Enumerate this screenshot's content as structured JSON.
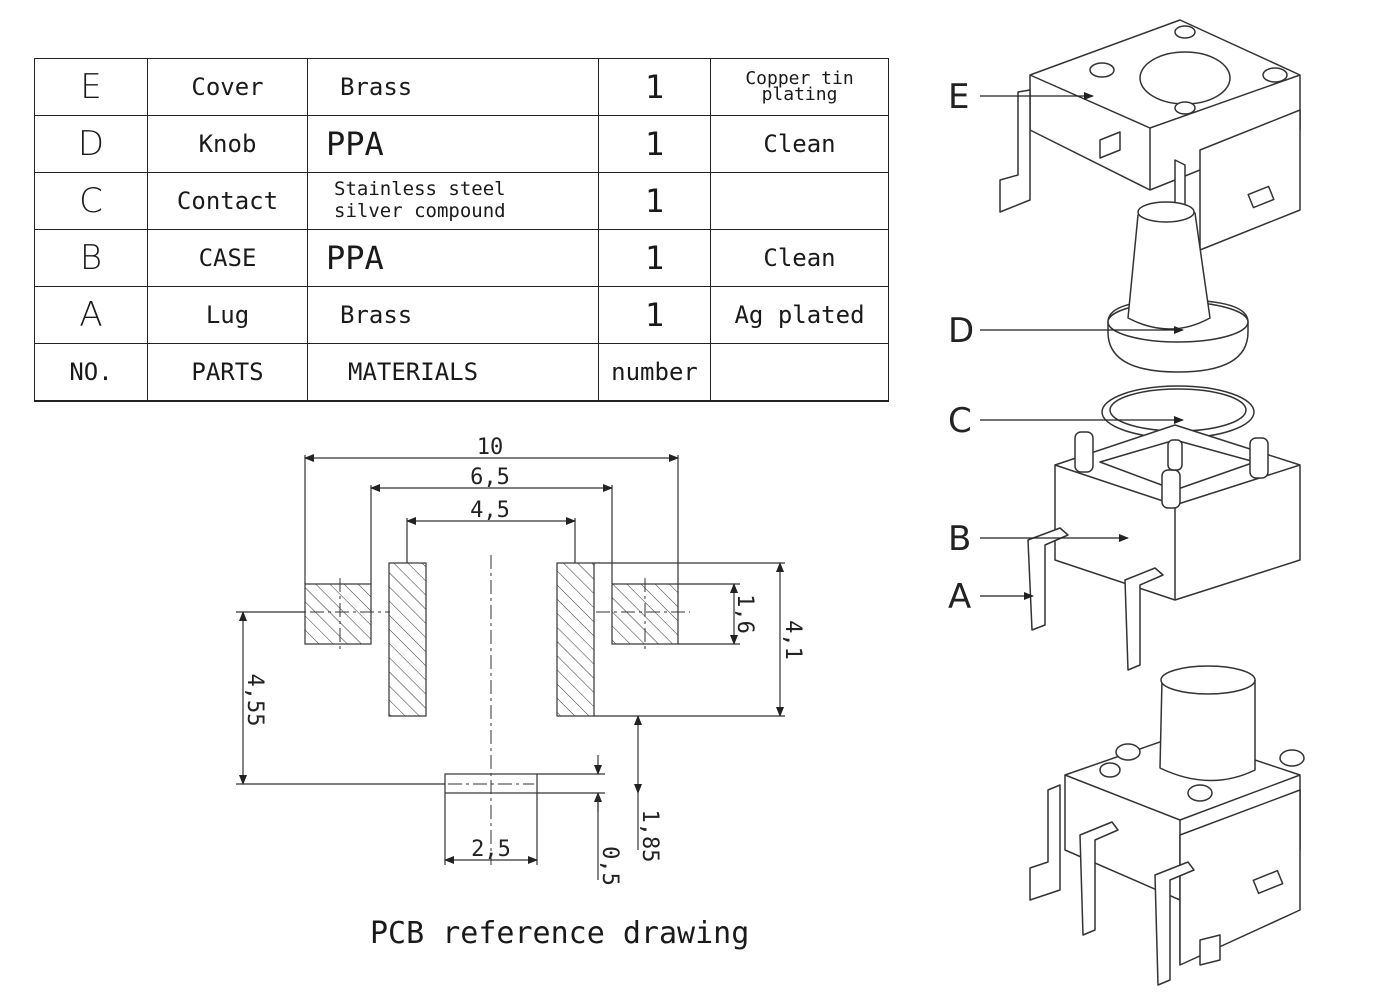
{
  "table": {
    "rows": [
      {
        "no": "E",
        "part": "Cover",
        "material": "Brass",
        "qty": "1",
        "finish": "Copper tin plating"
      },
      {
        "no": "D",
        "part": "Knob",
        "material": "PPA",
        "qty": "1",
        "finish": "Clean"
      },
      {
        "no": "C",
        "part": "Contact",
        "material": "Stainless steel silver compound",
        "qty": "1",
        "finish": ""
      },
      {
        "no": "B",
        "part": "CASE",
        "material": "PPA",
        "qty": "1",
        "finish": "Clean"
      },
      {
        "no": "A",
        "part": "Lug",
        "material": "Brass",
        "qty": "1",
        "finish": "Ag plated"
      }
    ],
    "header": {
      "no": "NO.",
      "part": "PARTS",
      "material": "MATERIALS",
      "qty": "number",
      "finish": ""
    }
  },
  "pcb": {
    "caption": "PCB reference drawing",
    "dims": {
      "d10": "10",
      "d65": "6,5",
      "d45": "4,5",
      "d16": "1,6",
      "d41": "4,1",
      "d455": "4,55",
      "d25": "2,5",
      "d05": "0,5",
      "d185": "1,85"
    }
  },
  "exploded": {
    "labels": {
      "e": "E",
      "d": "D",
      "c": "C",
      "b": "B",
      "a": "A"
    }
  }
}
